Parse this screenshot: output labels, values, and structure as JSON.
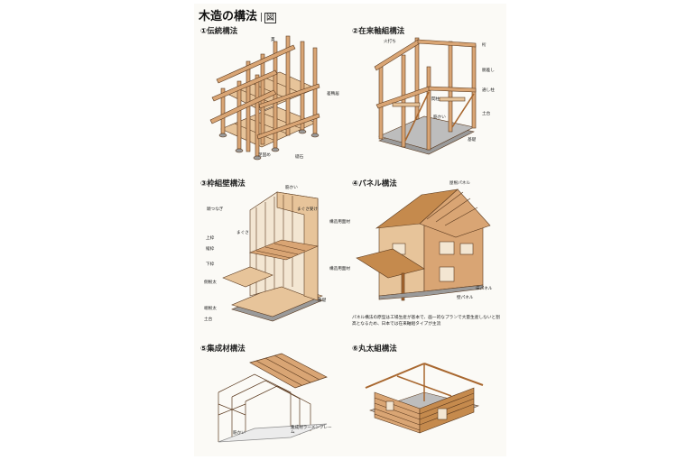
{
  "page_title": "木造の構法",
  "figure_tag": "図",
  "colors": {
    "wood": "#d9a574",
    "wood_dark": "#a8672f",
    "panel": "#e7c49a",
    "line": "#5b3a1f",
    "foundation": "#9a9a9a"
  },
  "sections": [
    {
      "heading": "①伝統構法",
      "labels": [
        "貫",
        "差鴨居",
        "足固め",
        "礎石"
      ]
    },
    {
      "heading": "②在来軸組構法",
      "labels": [
        "火打ち",
        "桁",
        "胴差し",
        "通し柱",
        "土台",
        "基礎",
        "筋かい",
        "間柱"
      ]
    },
    {
      "heading": "③枠組壁構法",
      "labels": [
        "筋かい",
        "頭つなぎ",
        "上枠",
        "まぐさ受け",
        "まぐさ",
        "構造用面材",
        "縦枠",
        "下枠",
        "構造用面材",
        "側根太",
        "基礎",
        "端根太",
        "土台"
      ]
    },
    {
      "heading": "④パネル構法",
      "labels": [
        "屋根パネル",
        "床パネル",
        "壁パネル"
      ]
    },
    {
      "heading": "⑤集成材構法",
      "labels": [
        "集成材ラーメンフレーム",
        "筋かい"
      ]
    },
    {
      "heading": "⑥丸太組構法",
      "labels": []
    }
  ],
  "panel_caption": "パネル構法の原型は工場生産が基本で、画一的なプランで大量生産しないと割高となるため、日本では在来軸組タイプが主流"
}
